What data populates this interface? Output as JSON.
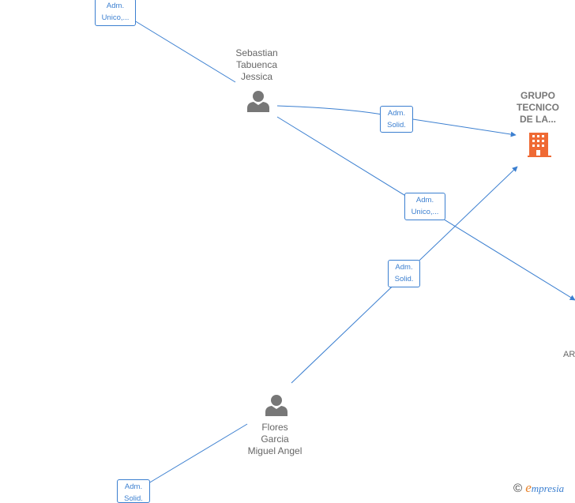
{
  "persons": [
    {
      "id": "sebastian",
      "name_lines": [
        "Sebastian",
        "Tabuenca",
        "Jessica"
      ]
    },
    {
      "id": "flores",
      "name_lines": [
        "Flores",
        "Garcia",
        "Miguel Angel"
      ]
    }
  ],
  "companies": [
    {
      "id": "grupo",
      "name_lines": [
        "GRUPO",
        "TECNICO",
        "DE LA..."
      ],
      "color": "#ef6a34"
    }
  ],
  "edge_labels": [
    {
      "id": "e1",
      "lines": [
        "Adm.",
        "Unico,..."
      ]
    },
    {
      "id": "e2",
      "lines": [
        "Adm.",
        "Solid."
      ]
    },
    {
      "id": "e3",
      "lines": [
        "Adm.",
        "Unico,..."
      ]
    },
    {
      "id": "e4",
      "lines": [
        "Adm.",
        "Solid."
      ]
    },
    {
      "id": "e5",
      "lines": [
        "Adm.",
        "Solid."
      ]
    }
  ],
  "partial_label": "AR",
  "brand": {
    "copyright": "©",
    "initial": "e",
    "name": "mpresia"
  },
  "colors": {
    "edge": "#3b7fd0",
    "person": "#777777",
    "company": "#ef6a34"
  }
}
